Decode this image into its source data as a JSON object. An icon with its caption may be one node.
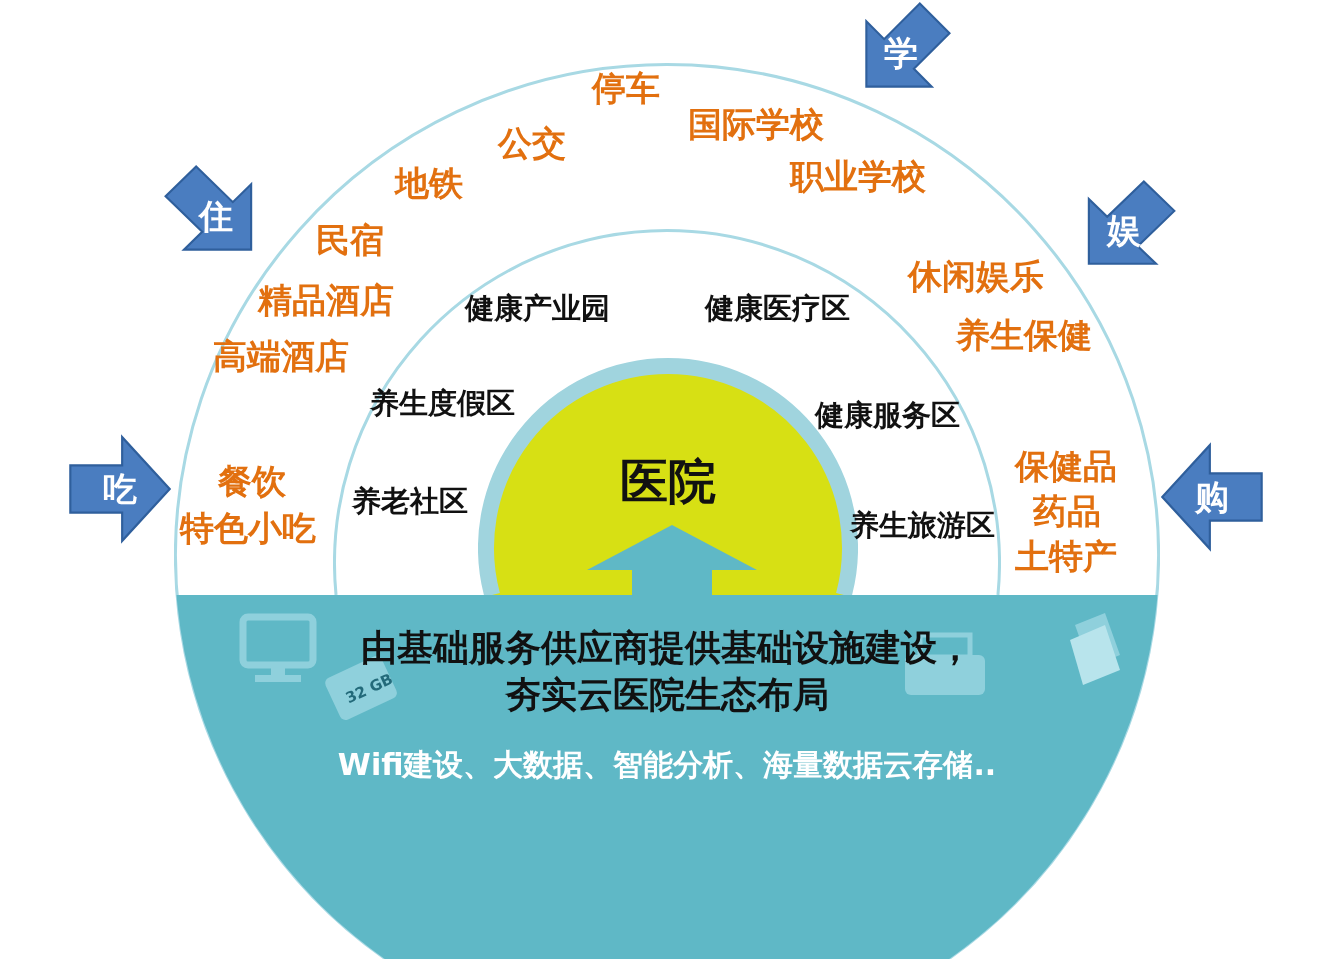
{
  "diagram": {
    "nodes": [
      {
        "text": [],
        "shape": "circle"
      },
      {
        "text": [],
        "shape": "circle",
        "in": 0
      },
      {
        "text": [
          "医院"
        ],
        "in": 1
      },
      {
        "text": [
          "由基础服务供应商提供基础设施建设，夯实云医院生态布局",
          "Wifi建设、大数据、智能分析、海量数据云存储.."
        ],
        "in": 0
      },
      {
        "text": [
          "学"
        ]
      },
      {
        "text": [
          "住"
        ]
      },
      {
        "text": [
          "娱"
        ]
      },
      {
        "text": [
          "吃"
        ]
      },
      {
        "text": [
          "购"
        ]
      }
    ],
    "edges": [
      {
        "from": 3,
        "to": 2,
        "arrow": "to"
      }
    ],
    "labels": [
      "停车",
      "公交",
      "国际学校",
      "地铁",
      "职业学校",
      "民宿",
      "休闲娱乐",
      "精品酒店",
      "健康产业园",
      "健康医疗区",
      "高端酒店",
      "养生保健",
      "养生度假区",
      "健康服务区",
      "保健品",
      "餐饮",
      "药品",
      "养老社区",
      "养生旅游区",
      "特色小吃",
      "土特产",
      "32 GB"
    ]
  }
}
